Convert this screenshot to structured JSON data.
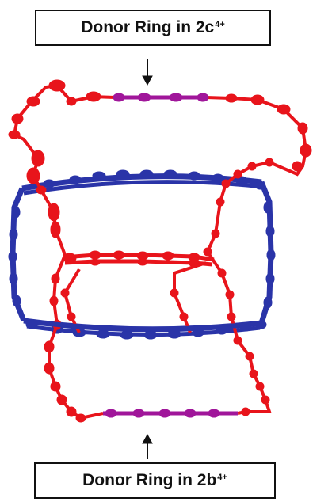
{
  "labels": {
    "top": {
      "text": "Donor Ring in 2c",
      "charge": "4+"
    },
    "bottom": {
      "text": "Donor Ring in 2b",
      "charge": "4+"
    }
  },
  "colors": {
    "donor_ring": "#e8141b",
    "donor_core": "#a0169a",
    "acceptor_ring": "#2a34a8",
    "arrow": "#111111",
    "label_border": "#111111"
  }
}
